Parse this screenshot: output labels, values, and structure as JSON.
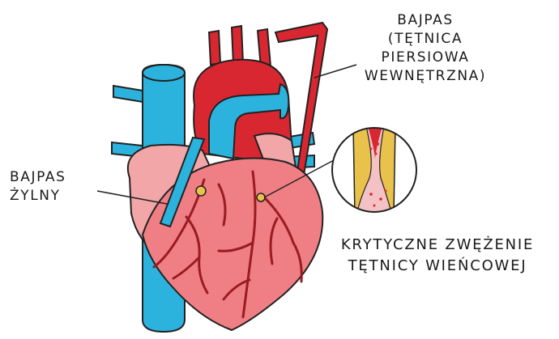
{
  "labels": {
    "arterial_bypass": [
      "BAJPAS",
      "(TĘTNICA",
      "PIERSIOWA",
      "WEWNĘTRZNA)"
    ],
    "venous_bypass": [
      "BAJPAS",
      "ŻYLNY"
    ],
    "stenosis": [
      "KRYTYCZNE ZWĘŻENIE",
      "TĘTNICY WIEŃCOWEJ"
    ]
  },
  "colors": {
    "vein_blue": "#2bb3dd",
    "aorta_red": "#d92731",
    "heart_pink": "#f07f85",
    "atrium_pink": "#f2a6a8",
    "coronary_dark": "#9a1b22",
    "plaque_yellow": "#e8c24a",
    "outline": "#222222"
  }
}
